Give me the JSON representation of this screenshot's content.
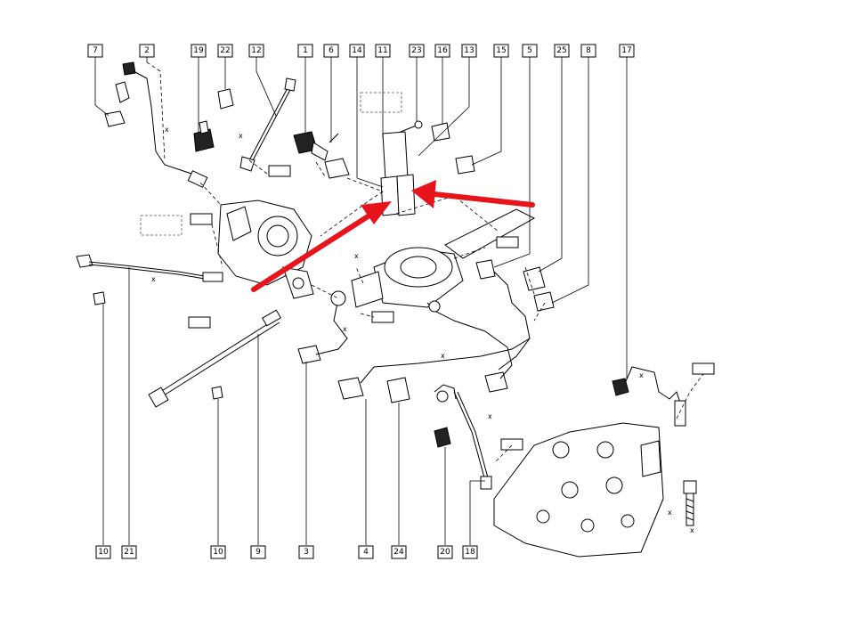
{
  "diagram": {
    "callouts_top": [
      "7",
      "2",
      "19",
      "22",
      "12",
      "1",
      "6",
      "14",
      "11",
      "23",
      "16",
      "13",
      "15",
      "5",
      "25",
      "8",
      "17"
    ],
    "callouts_bottom": [
      "10",
      "21",
      "10",
      "9",
      "3",
      "4",
      "24",
      "20",
      "18"
    ],
    "dimension_marks": [
      "x",
      "x",
      "x",
      "x",
      "x",
      "x",
      "x",
      "x",
      "x",
      "x"
    ],
    "highlight_color": "#e8141b",
    "line_color": "#000000"
  }
}
